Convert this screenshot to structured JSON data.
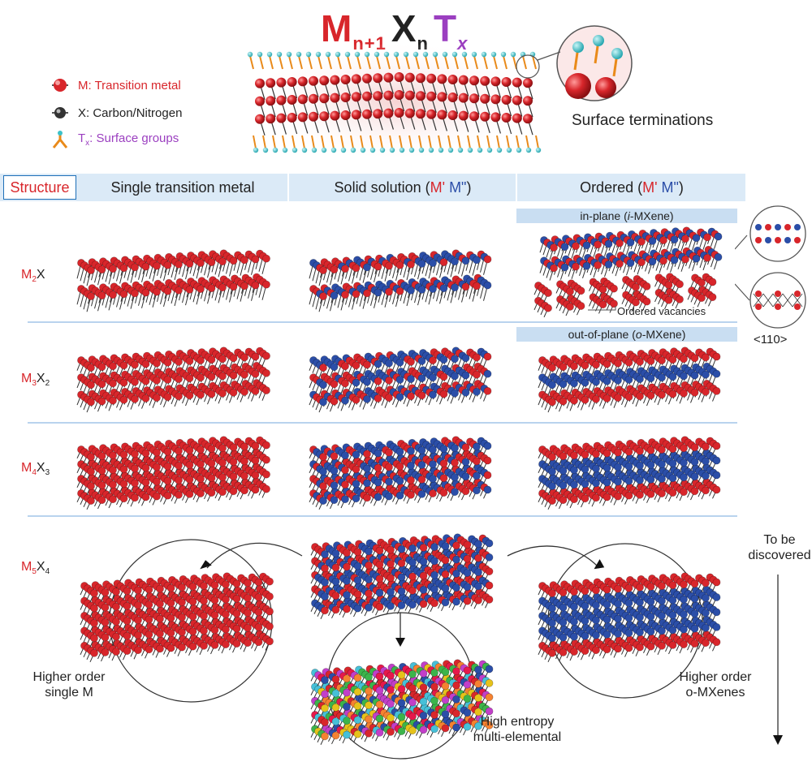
{
  "title": {
    "M": "M",
    "M_sub": "n+1",
    "X": "X",
    "X_sub": "n",
    "T": "T",
    "T_sub": "x"
  },
  "legend": [
    {
      "symbol": "M",
      "sub": "",
      "text": ": Transition metal",
      "color": "#d8262b"
    },
    {
      "symbol": "X",
      "sub": "",
      "text": ": Carbon/Nitrogen",
      "color": "#222222"
    },
    {
      "symbol": "T",
      "sub": "x",
      "text": ": Surface groups",
      "color": "#9b3fc0"
    }
  ],
  "surface_terminations": "Surface terminations",
  "header": {
    "structure": "Structure",
    "col1": "Single transition metal",
    "col2_pre": "Solid solution (",
    "col2_m1": "M'",
    "col2_m2": " M\"",
    "col2_post": ")",
    "col3_pre": "Ordered (",
    "col3_m1": "M'",
    "col3_m2": " M\"",
    "col3_post": ")"
  },
  "in_plane": {
    "pre": "in-plane (",
    "ital": "i",
    "post": "-MXene)"
  },
  "out_of_plane": {
    "pre": "out-of-plane (",
    "ital": "o",
    "post": "-MXene)"
  },
  "ordered_vacancies": "Ordered vacancies",
  "direction": "<110>",
  "rows": [
    {
      "m": "M",
      "m_sub": "2",
      "x": "X",
      "x_sub": ""
    },
    {
      "m": "M",
      "m_sub": "3",
      "x": "X",
      "x_sub": "2"
    },
    {
      "m": "M",
      "m_sub": "4",
      "x": "X",
      "x_sub": "3"
    },
    {
      "m": "M",
      "m_sub": "5",
      "x": "X",
      "x_sub": "4"
    }
  ],
  "to_be_discovered": [
    "To be",
    "discovered"
  ],
  "higher_order_single": [
    "Higher order",
    "single M"
  ],
  "higher_order_o": [
    "Higher order",
    "o-MXenes"
  ],
  "high_entropy": [
    "High entropy",
    "multi-elemental"
  ],
  "colors": {
    "metal": "#d8262b",
    "metal2": "#2b4ea8",
    "carbon": "#222222",
    "terminal": "#3cc1c9",
    "accent": "#1e6fb7",
    "band": "#dbeaf7"
  }
}
